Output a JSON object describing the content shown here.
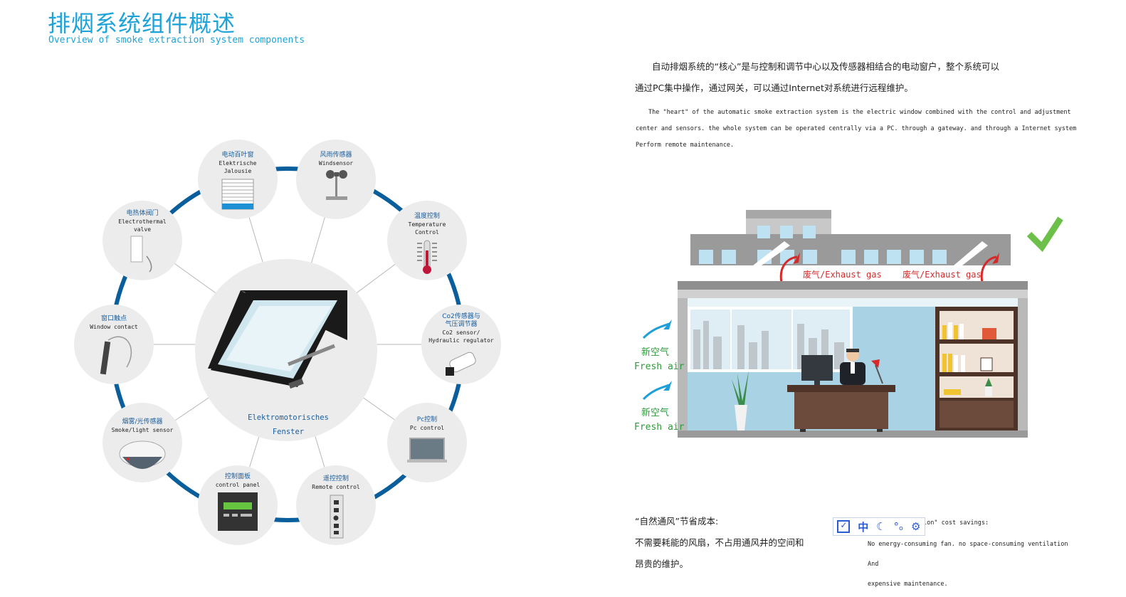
{
  "header": {
    "title_cn": "排烟系统组件概述",
    "title_en": "Overview of smoke extraction system components"
  },
  "intro": {
    "cn_line1": "自动排烟系统的“核心”是与控制和调节中心以及传感器相结合的电动窗户，整个系统可以",
    "cn_line2": "通过PC集中操作，通过网关，可以通过Internet对系统进行远程维护。",
    "en_line1": "The \"heart\" of the automatic smoke extraction system is the electric window combined with the control and adjustment",
    "en_line2": "center and sensors. the whole system can be operated centrally via a PC. through a gateway. and through a Internet system",
    "en_line3": "Perform remote maintenance."
  },
  "diagram": {
    "center_label_1": "Elektromotorisches",
    "center_label_2": "Fenster",
    "nodes": [
      {
        "cn": "电动百叶窗",
        "en1": "Elektrische",
        "en2": "Jalousie"
      },
      {
        "cn": "风雨传感器",
        "en1": "Windsensor",
        "en2": ""
      },
      {
        "cn": "温度控制",
        "en1": "Temperature",
        "en2": "Control"
      },
      {
        "cn": "Co2传感器与",
        "cn2": "气压调节器",
        "en1": "Co2 sensor/",
        "en2": "Hydraulic regulator"
      },
      {
        "cn": "Pc控制",
        "en1": "Pc control",
        "en2": ""
      },
      {
        "cn": "遥控控制",
        "en1": "Remote control",
        "en2": ""
      },
      {
        "cn": "控制面板",
        "en1": "control panel",
        "en2": ""
      },
      {
        "cn": "烟雾/光传感器",
        "en1": "Smoke/light sensor",
        "en2": ""
      },
      {
        "cn": "窗口触点",
        "en1": "Window contact",
        "en2": ""
      },
      {
        "cn": "电热体阀门",
        "en1": "Electrothermal",
        "en2": "valve"
      }
    ]
  },
  "illustration": {
    "exhaust_left": "废气/Exhaust gas",
    "exhaust_right": "废气/Exhaust gas",
    "fresh_cn_1": "新空气",
    "fresh_en_1": "Fresh air",
    "fresh_cn_2": "新空气",
    "fresh_en_2": "Fresh air",
    "colors": {
      "check": "#6cc04a",
      "arrow_red": "#d62a2a",
      "arrow_blue": "#1e9fd8",
      "accent": "#1ea3d9",
      "ring": "#0a5e9c"
    }
  },
  "bottom": {
    "cn_heading": "“自然通风”节省成本:",
    "cn_line1": "不需要耗能的风扇，不占用通风井的空间和",
    "cn_line2": "昂贵的维护。",
    "en_heading": "ion\" cost savings:",
    "en_line1": "No energy-consuming fan. no space-consuming ventilation And",
    "en_line2": "expensive maintenance."
  },
  "toolbar": {
    "items": [
      "checkbox-icon",
      "中",
      "moon-icon",
      "dots-icon",
      "gear-icon"
    ],
    "label_zh": "中"
  }
}
